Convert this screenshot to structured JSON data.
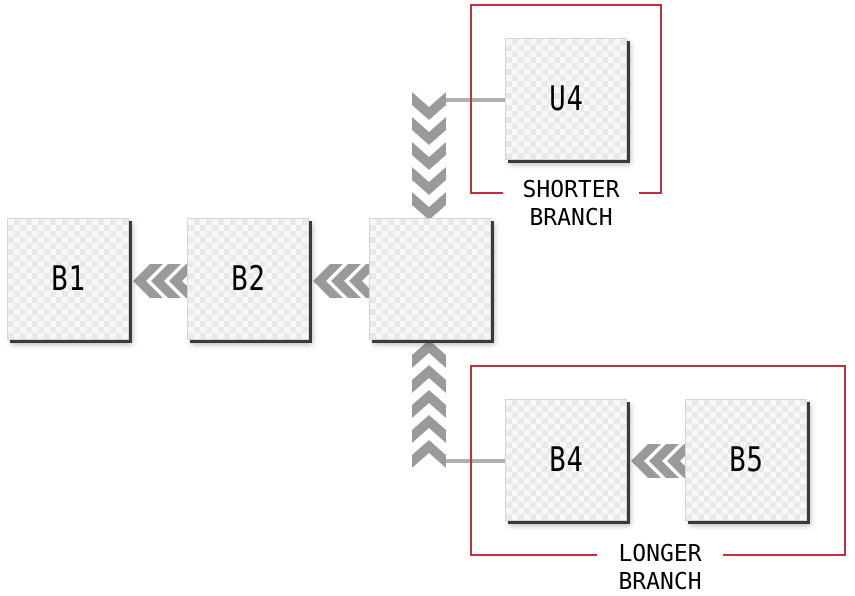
{
  "blocks": {
    "b1": "B1",
    "b2": "B2",
    "center": "",
    "u4": "U4",
    "b4": "B4",
    "b5": "B5"
  },
  "branches": {
    "shorter": {
      "line1": "SHORTER",
      "line2": "BRANCH"
    },
    "longer": {
      "line1": "LONGER",
      "line2": "BRANCH"
    }
  },
  "colors": {
    "branch_border": "#c1303d",
    "chevron": "#9a9a9a",
    "connector": "#b0b0b0"
  },
  "icons": {
    "flow_marker": "chevron-arrow"
  }
}
